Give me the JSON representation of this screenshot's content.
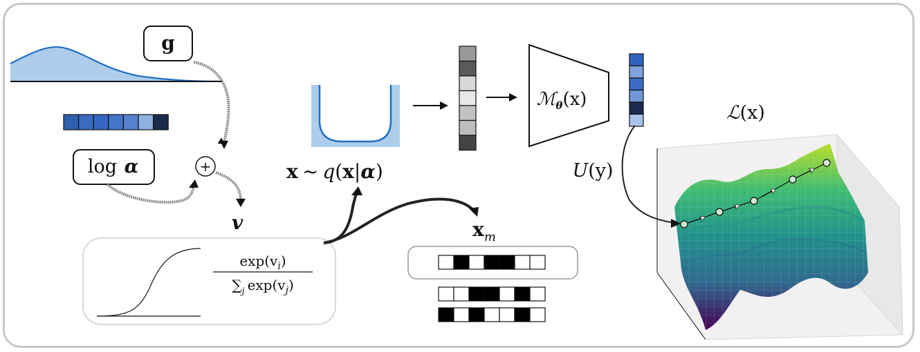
{
  "gumbel_box": {
    "label": "g"
  },
  "log_alpha_box": {
    "label_func": "log",
    "label_var": "α"
  },
  "sum_node": {
    "symbol": "+"
  },
  "v_label": {
    "text": "v"
  },
  "sampling_label": {
    "x": "x",
    "tilde": "~",
    "q": "q",
    "lparen": "(",
    "x2": "x",
    "bar": "|",
    "alpha": "α",
    "rparen": ")"
  },
  "model_label": {
    "M": "ℳ",
    "theta": "θ",
    "arg": "(x)"
  },
  "utility_label": {
    "U": "U",
    "arg": "(y)"
  },
  "loss_label": {
    "L": "ℒ",
    "arg": "(x)"
  },
  "xm_label": {
    "x": "x",
    "sub": "m"
  },
  "softmax": {
    "numerator": "exp(v",
    "numerator_sub": "i",
    "close": ")",
    "sum": "∑",
    "sum_sub": "j",
    "denom": "exp(v",
    "denom_sub": "j"
  },
  "colors": {
    "blue_strip": [
      "#2d5fb0",
      "#3a6bbf",
      "#3566c2",
      "#4476cc",
      "#5583d1",
      "#8fb0e0",
      "#1a2a4a"
    ],
    "gray_column": [
      "#9a9a9a",
      "#5a5a5a",
      "#d8d8d8",
      "#e8e8e8",
      "#c2c2c2",
      "#bdbdbd",
      "#444444"
    ],
    "output_column": [
      "#2f63c0",
      "#7fa3dc",
      "#3b6cc7",
      "#6f96d8",
      "#1b2a4d",
      "#a9c3ea"
    ],
    "binary_rows": [
      [
        0,
        1,
        0,
        1,
        1,
        0,
        0
      ],
      [
        0,
        0,
        1,
        1,
        0,
        1,
        0
      ],
      [
        1,
        0,
        1,
        0,
        0,
        1,
        0
      ]
    ]
  }
}
